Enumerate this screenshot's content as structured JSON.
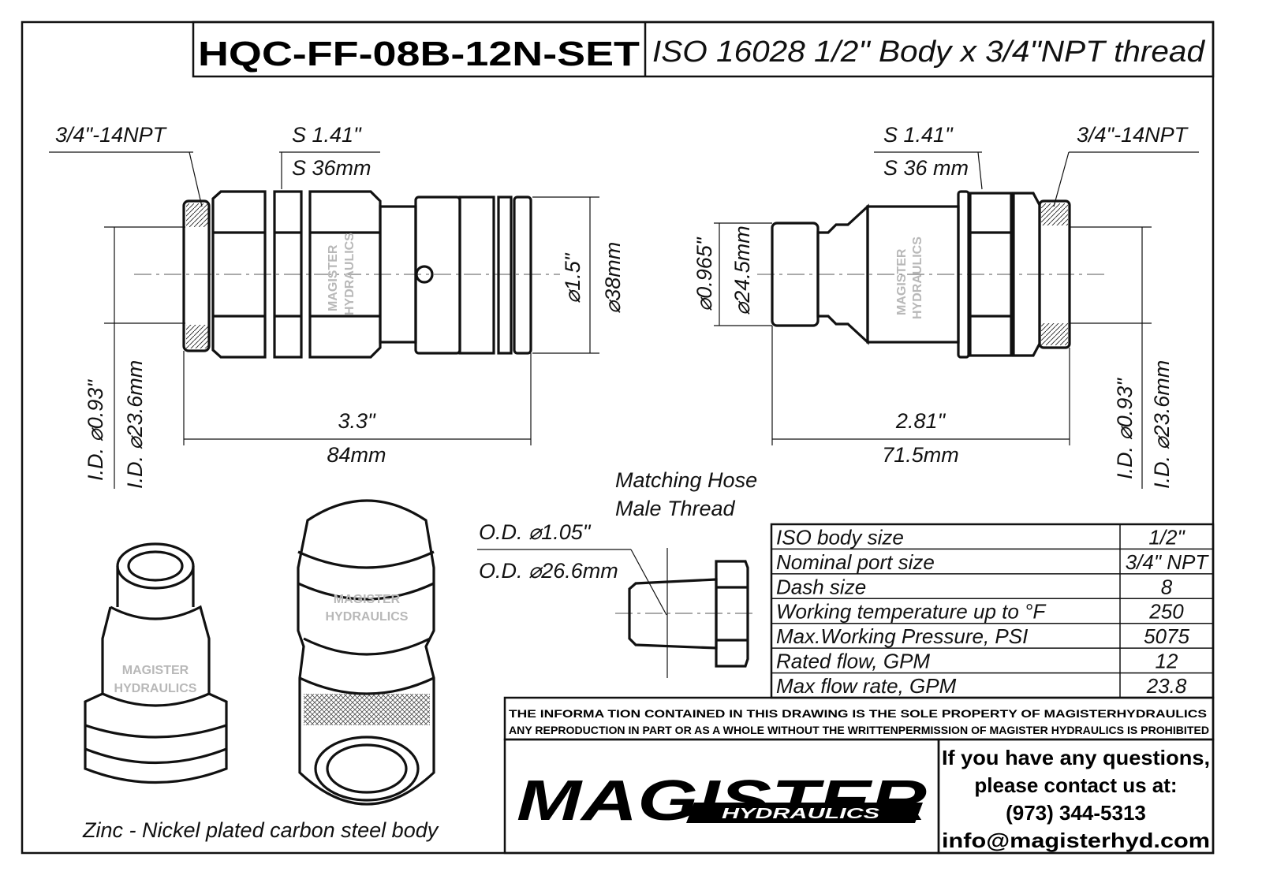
{
  "title": {
    "part_number": "HQC-FF-08B-12N-SET",
    "description": "ISO 16028  1/2\" Body x 3/4\"NPT thread"
  },
  "female_coupler": {
    "thread_label": "3/4\"-14NPT",
    "hex_in": "S 1.41\"",
    "hex_mm": "S 36mm",
    "od_in": "⌀1.5\"",
    "od_mm": "⌀38mm",
    "length_in": "3.3\"",
    "length_mm": "84mm",
    "id_in": "I.D. ⌀0.93\"",
    "id_mm": "I.D. ⌀23.6mm",
    "watermark": [
      "MAGISTER",
      "HYDRAULICS"
    ]
  },
  "male_plug": {
    "thread_label": "3/4\"-14NPT",
    "hex_in": "S 1.41\"",
    "hex_mm": "S 36 mm",
    "tip_in": "⌀0.965\"",
    "tip_mm": "⌀24.5mm",
    "length_in": "2.81\"",
    "length_mm": "71.5mm",
    "id_in": "I.D. ⌀0.93\"",
    "id_mm": "I.D. ⌀23.6mm",
    "watermark": [
      "MAGISTER",
      "HYDRAULICS"
    ]
  },
  "hose_thread": {
    "title_line1": "Matching Hose",
    "title_line2": "Male Thread",
    "od_in": "O.D. ⌀1.05\"",
    "od_mm": "O.D. ⌀26.6mm"
  },
  "iso_views": {
    "watermark_plug": [
      "MAGISTER",
      "HYDRAULICS"
    ],
    "watermark_coupler": [
      "MAGISTER",
      "HYDRAULICS"
    ],
    "caption": "Zinc - Nickel plated carbon steel body"
  },
  "spec_table": {
    "rows": [
      {
        "label": "ISO body size",
        "value": "1/2\""
      },
      {
        "label": "Nominal port size",
        "value": "3/4\" NPT"
      },
      {
        "label": "Dash size",
        "value": "8"
      },
      {
        "label": "Working temperature up to °F",
        "value": "250"
      },
      {
        "label": "Max.Working Pressure, PSI",
        "value": "5075"
      },
      {
        "label": "Rated flow,  GPM",
        "value": "12"
      },
      {
        "label": "Max flow rate, GPM",
        "value": "23.8"
      }
    ]
  },
  "disclaimer": {
    "line1": "THE INFORMA TION CONTAINED IN THIS DRAWING IS THE SOLE PROPERTY OF MAGISTERHYDRAULICS",
    "line2": "ANY REPRODUCTION IN PART OR AS A WHOLE WITHOUT THE WRITTENPERMISSION OF MAGISTER HYDRAULICS IS PROHIBITED"
  },
  "logo": {
    "brand": "MAGISTER",
    "sub": "HYDRAULICS"
  },
  "contact": {
    "line1": "If you have any questions,",
    "line2": "please contact us at:",
    "phone": "(973) 344-5313",
    "email": "info@magisterhyd.com"
  },
  "colors": {
    "ink": "#111111",
    "watermark": "#b8b8b8",
    "paper": "#ffffff"
  }
}
